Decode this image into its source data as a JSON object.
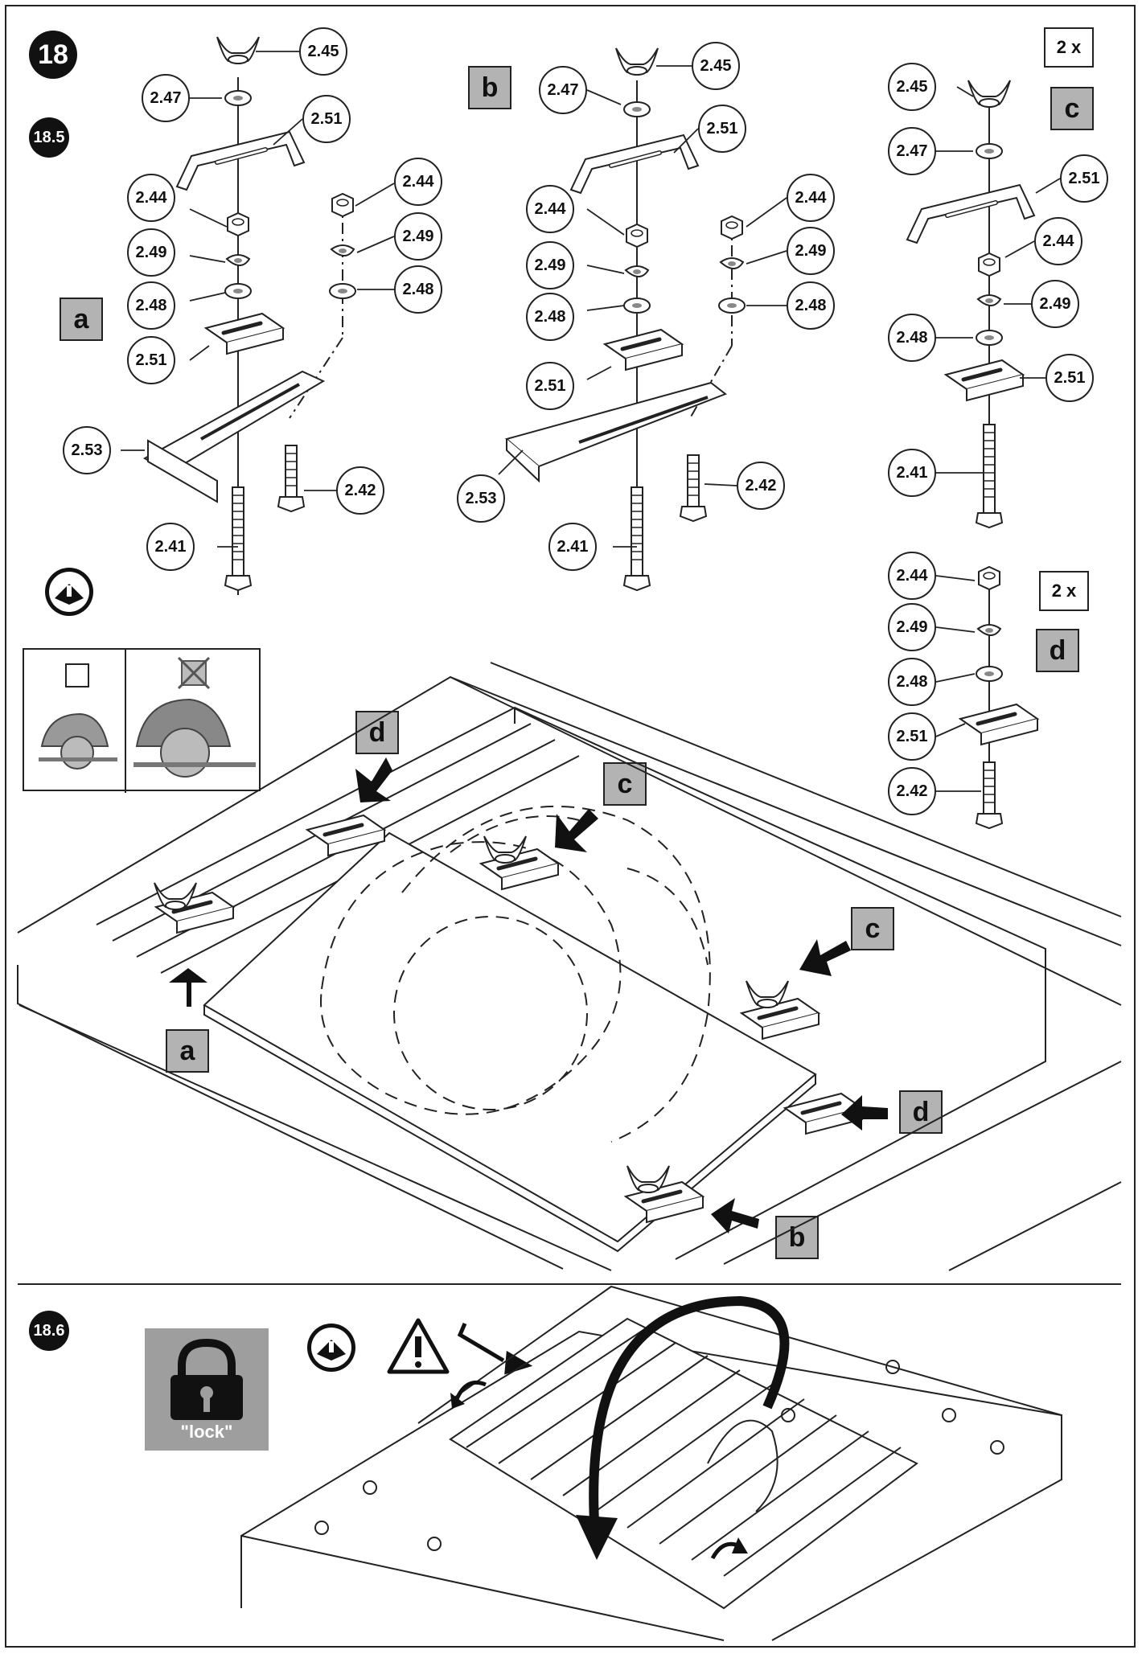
{
  "figure": {
    "number": "18",
    "step_a": "18.5",
    "step_b": "18.6"
  },
  "labels": {
    "a": "a",
    "b": "b",
    "c": "c",
    "d": "d"
  },
  "quantities": {
    "c": "2 x",
    "d": "2 x"
  },
  "lock": {
    "label": "\"lock\""
  },
  "icons": [
    "manual-icon",
    "warning-icon",
    "hex-key-icon",
    "padlock-icon",
    "circular-saw-icon"
  ],
  "callouts": {
    "group_a": [
      "2.45",
      "2.47",
      "2.51",
      "2.44",
      "2.44",
      "2.49",
      "2.49",
      "2.48",
      "2.48",
      "2.51",
      "2.53",
      "2.42",
      "2.41"
    ],
    "group_b": [
      "2.45",
      "2.47",
      "2.51",
      "2.44",
      "2.44",
      "2.49",
      "2.49",
      "2.48",
      "2.48",
      "2.51",
      "2.53",
      "2.42",
      "2.41"
    ],
    "group_c": [
      "2.45",
      "2.47",
      "2.51",
      "2.44",
      "2.49",
      "2.48",
      "2.51",
      "2.41"
    ],
    "group_d": [
      "2.44",
      "2.49",
      "2.48",
      "2.51",
      "2.42"
    ]
  },
  "colors": {
    "line": "#222222",
    "label_fill": "#b3b3b3",
    "lock_panel": "#9e9e9e"
  }
}
